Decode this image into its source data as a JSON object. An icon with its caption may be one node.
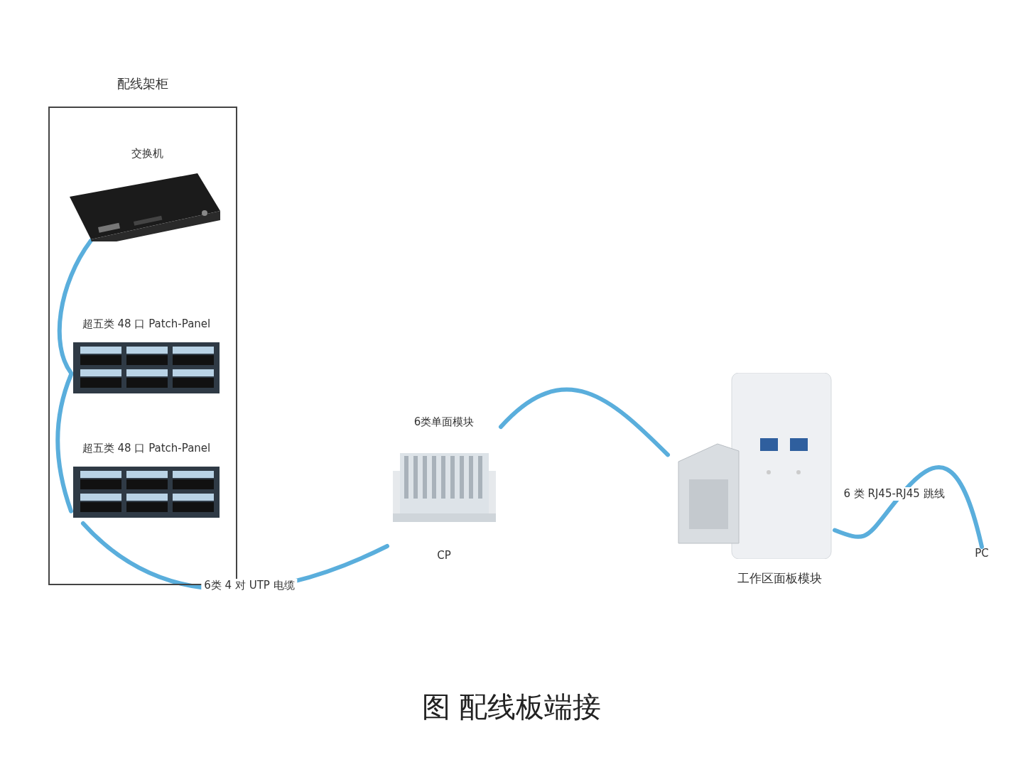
{
  "diagram": {
    "caption": "图 配线板端接",
    "nodes": [
      {
        "text": [
          "配线架柜"
        ]
      },
      {
        "text": [
          "交换机"
        ],
        "in": 0
      },
      {
        "text": [
          "超五类 48 口 Patch-Panel"
        ],
        "in": 0
      },
      {
        "text": [
          "超五类 48 口 Patch-Panel"
        ],
        "in": 0
      },
      {
        "text": [
          "6类单面模块",
          "CP"
        ]
      },
      {
        "text": [
          "工作区面板模块"
        ]
      },
      {
        "text": [
          "PC"
        ]
      }
    ],
    "edges": [
      {
        "from": 1,
        "to": 2,
        "arrow": "none"
      },
      {
        "from": 2,
        "to": 3,
        "arrow": "none"
      },
      {
        "from": 3,
        "to": 4,
        "arrow": "none",
        "label": "6类 4 对 UTP 电缆"
      },
      {
        "from": 4,
        "to": 5,
        "arrow": "none"
      },
      {
        "from": 5,
        "to": 6,
        "arrow": "none",
        "label": "6 类 RJ45-RJ45 跳线"
      }
    ]
  }
}
